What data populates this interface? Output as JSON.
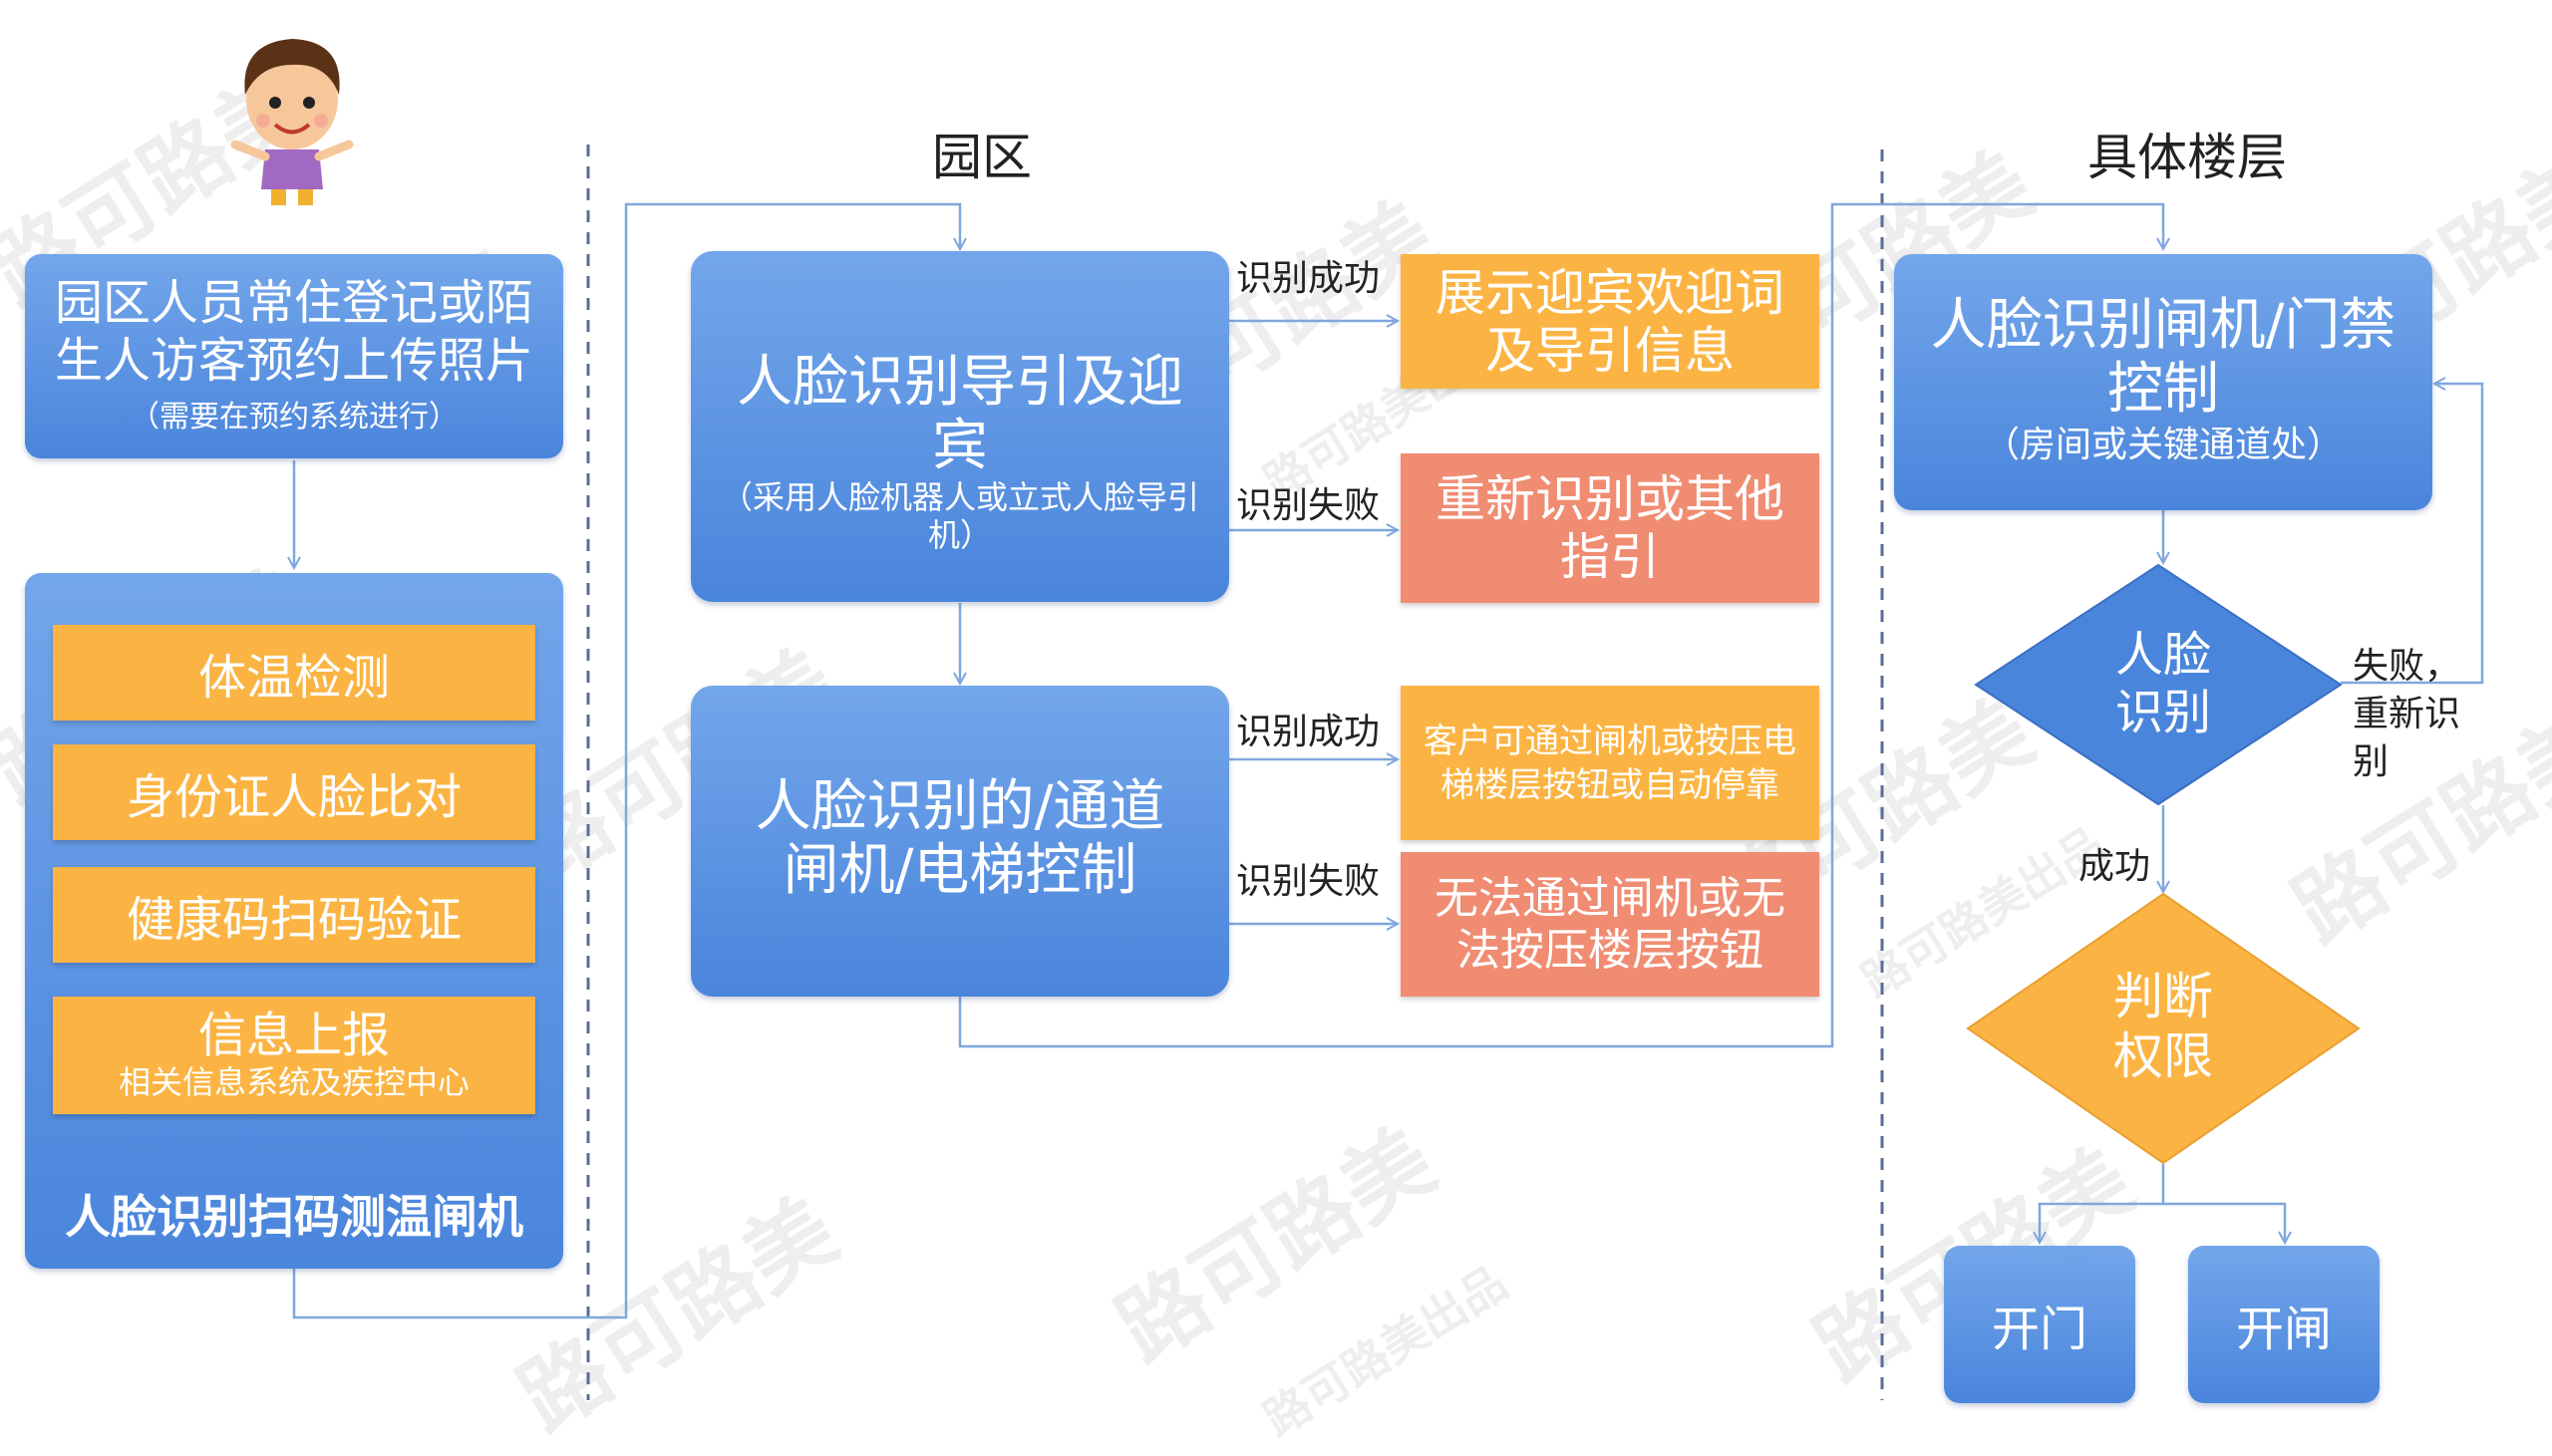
{
  "headers": {
    "yuanqu": "园区",
    "floor": "具体楼层"
  },
  "left": {
    "register": {
      "title": "园区人员常住登记或陌生人访客预约上传照片",
      "note": "（需要在预约系统进行）"
    },
    "gate": {
      "items": [
        "体温检测",
        "身份证人脸比对",
        "健康码扫码验证"
      ],
      "report": {
        "title": "信息上报",
        "sub": "相关信息系统及疾控中心"
      },
      "footer": "人脸识别扫码测温闸机"
    }
  },
  "middle": {
    "guide": {
      "title": "人脸识别导引及迎宾",
      "sub": "（采用人脸机器人或立式人脸导引机）"
    },
    "passage": {
      "title": "人脸识别的/通道闸机/电梯控制"
    },
    "success_label_1": "识别成功",
    "fail_label_1": "识别失败",
    "success_label_2": "识别成功",
    "fail_label_2": "识别失败",
    "welcome": "展示迎宾欢迎词及导引信息",
    "reidentify": "重新识别或其他指引",
    "pass_ok": "客户可通过闸机或按压电梯楼层按钮或自动停靠",
    "pass_fail": "无法通过闸机或无法按压楼层按钮"
  },
  "right": {
    "control": {
      "title": "人脸识别闸机/门禁控制",
      "sub": "（房间或关键通道处）"
    },
    "face_decision": "人脸识别",
    "fail_retry": "失败，重新识别",
    "success": "成功",
    "permission": "判断权限",
    "open_door": "开门",
    "open_gate": "开闸"
  },
  "watermark": "路可路美",
  "watermark_small": "路可路美出品",
  "colors": {
    "blue": "#5b93e2",
    "orange": "#fbb443",
    "salmon": "#f08c72",
    "line": "#7fa7dd"
  }
}
